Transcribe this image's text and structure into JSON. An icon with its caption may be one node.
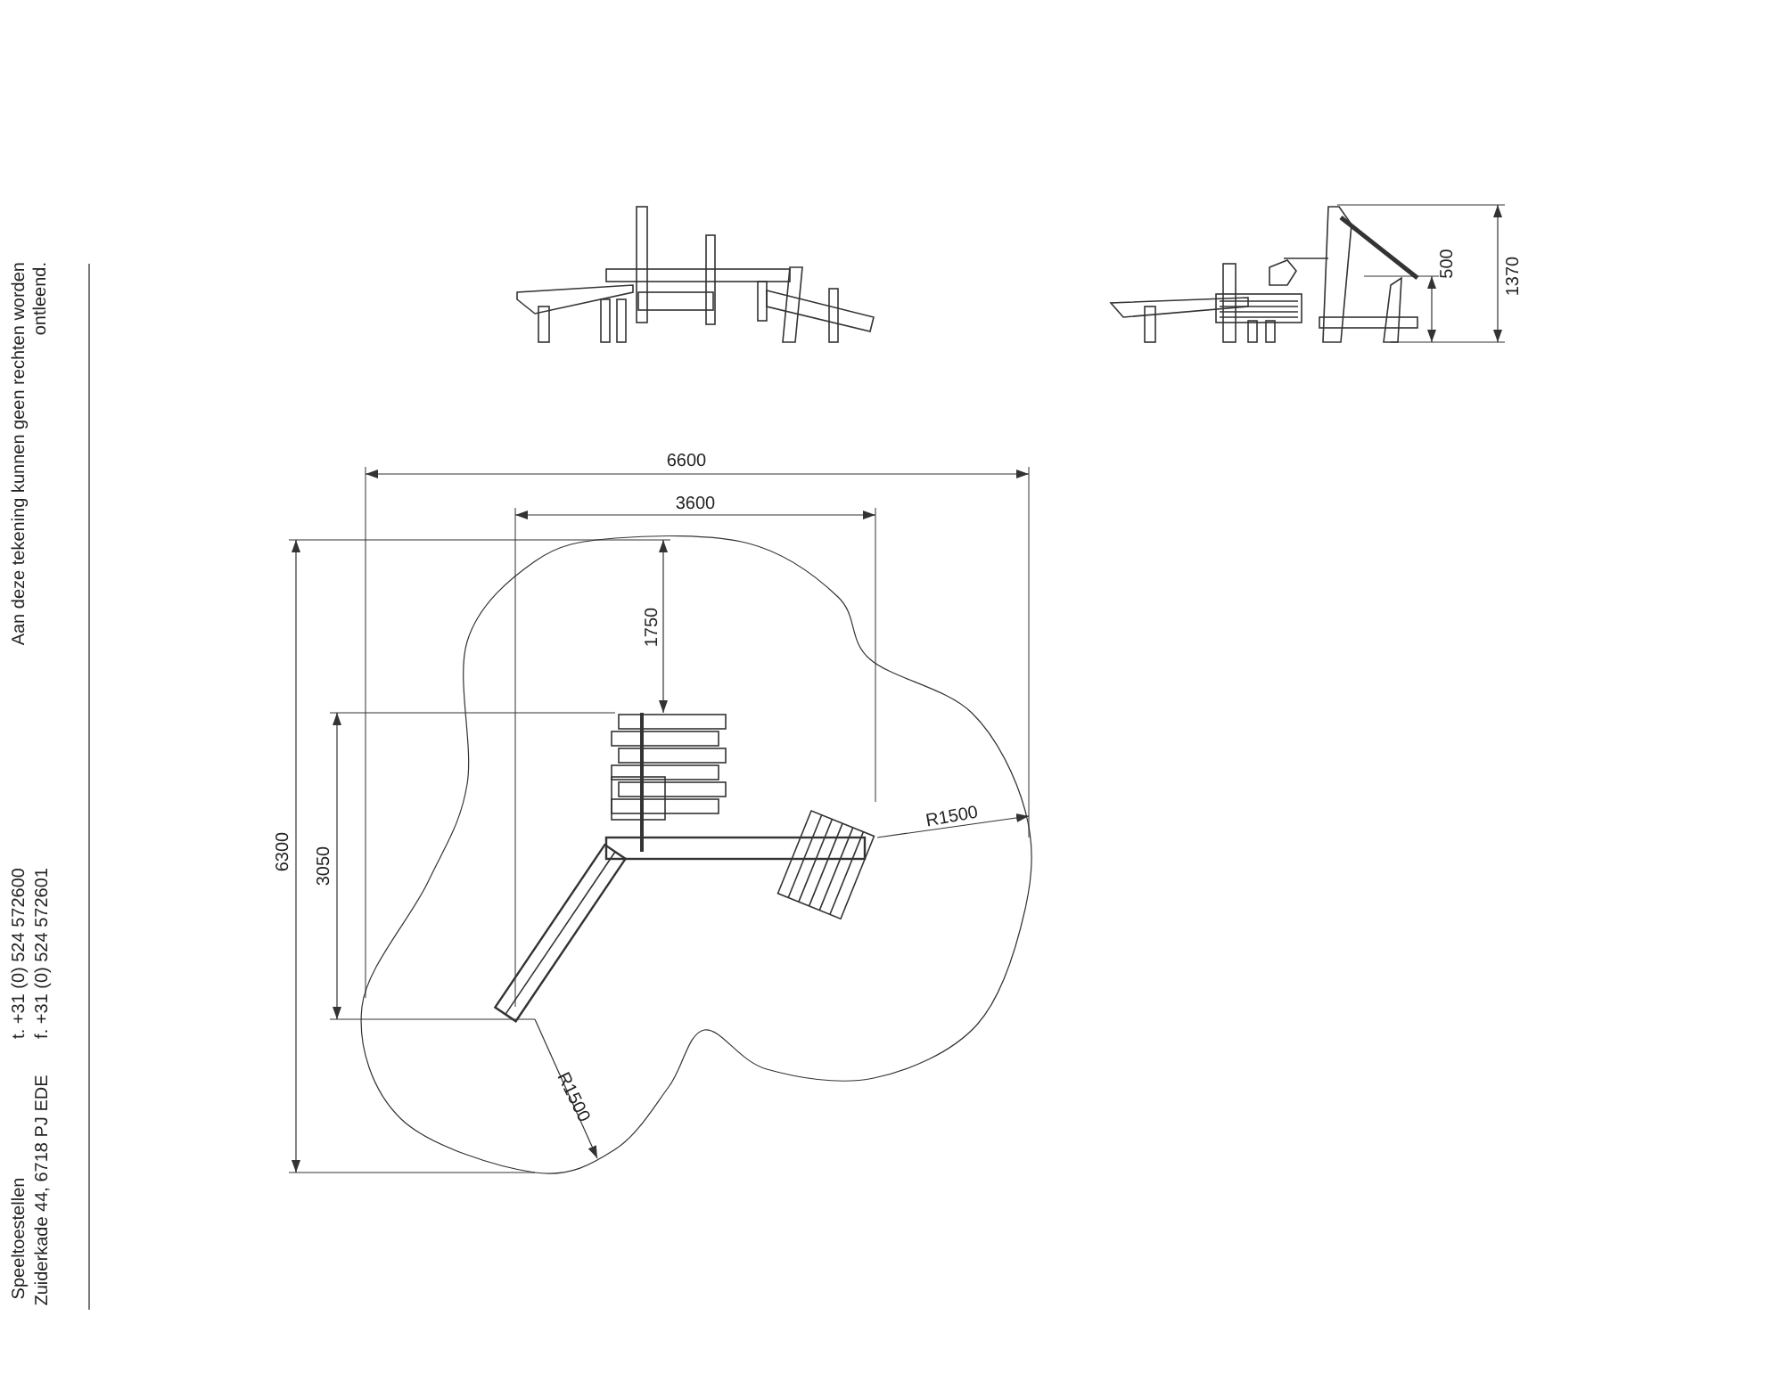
{
  "diagram": {
    "labels": [
      "500",
      "1370",
      "6600",
      "3600",
      "1750",
      "6300",
      "3050",
      "R1500",
      "R1500",
      "Speeltoestellen",
      "Zuiderkade 44, 6718 PJ EDE",
      "t. +31 (0) 524 572600",
      "f. +31 (0) 524 572601",
      "Aan deze tekening kunnen geen rechten worden ontleend."
    ]
  }
}
